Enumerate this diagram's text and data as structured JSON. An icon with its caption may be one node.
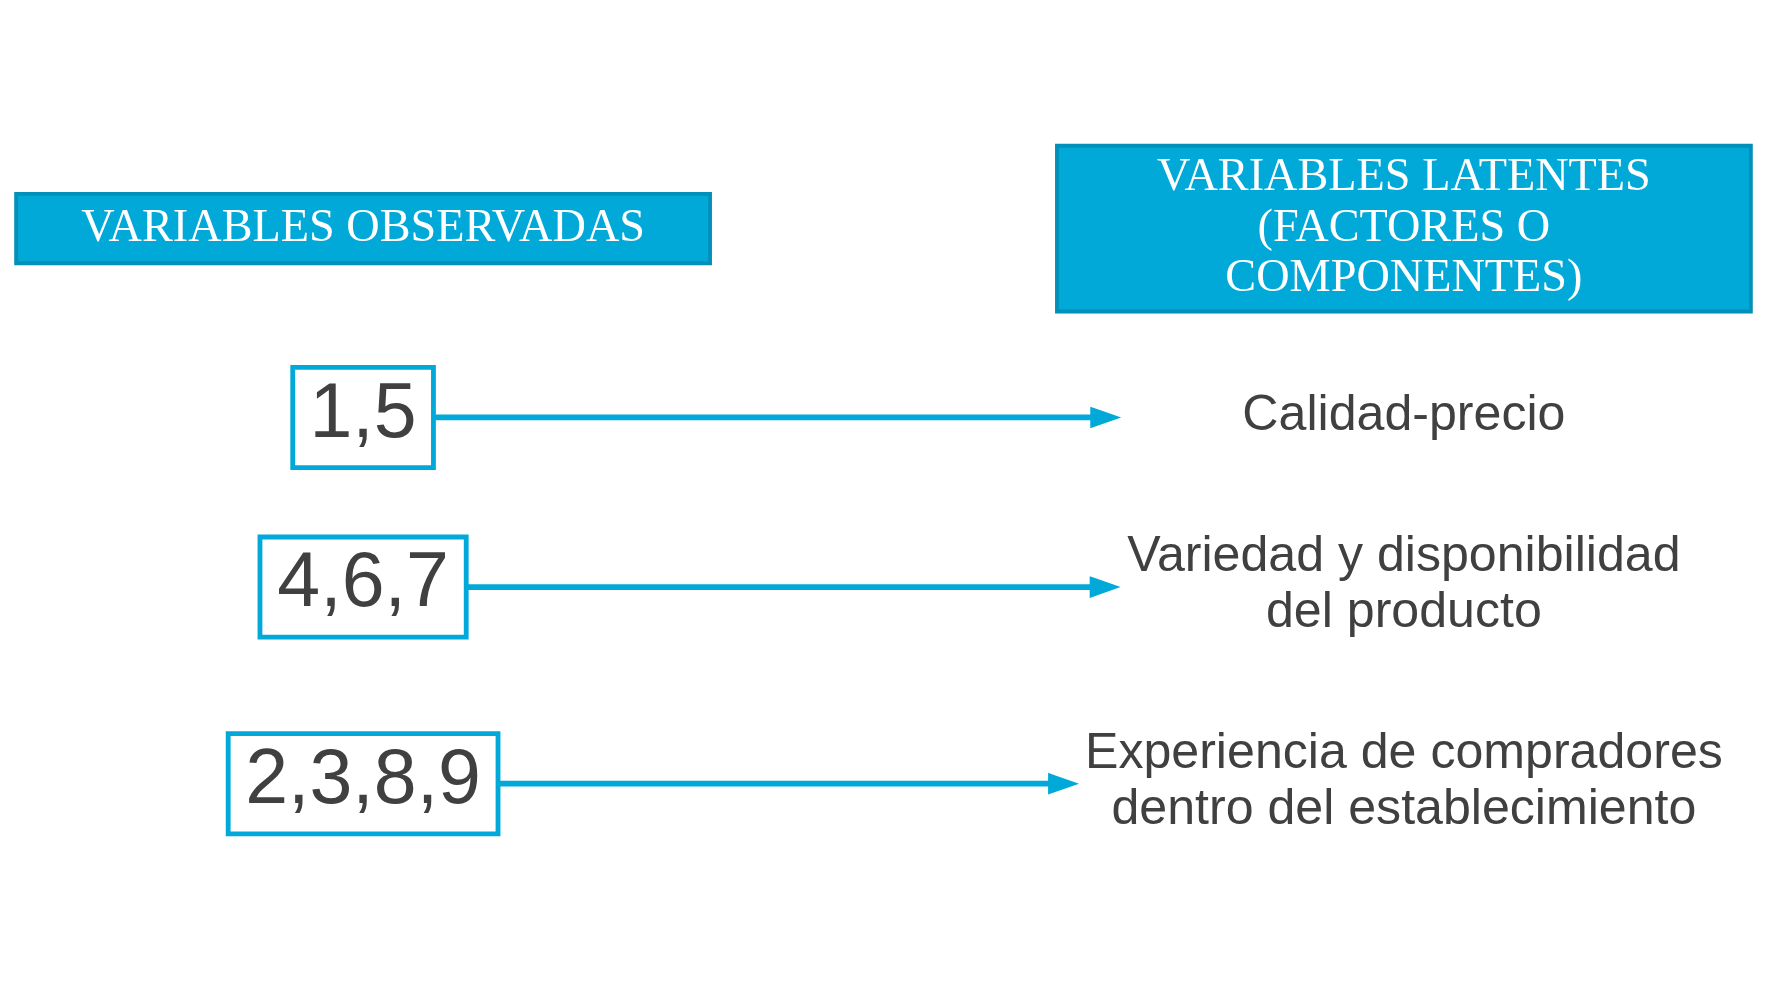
{
  "diagram": {
    "nodes": [
      {
        "text": [
          "2,3,8,9"
        ]
      },
      {
        "text": [
          "Experiencia de compradores dentro del establecimiento"
        ]
      },
      {
        "text": [
          "4,6,7"
        ]
      },
      {
        "text": [
          "Variedad y disponibilidad del producto"
        ]
      },
      {
        "text": [
          "1,5"
        ]
      },
      {
        "text": [
          "Calidad-precio"
        ]
      },
      {
        "text": [
          "VARIABLES OBSERVADAS"
        ]
      },
      {
        "text": [
          "VARIABLES LATENTES (FACTORES O COMPONENTES)"
        ]
      }
    ],
    "edges": [
      {
        "from": 0,
        "to": 1,
        "arrow": "to"
      },
      {
        "from": 2,
        "to": 3,
        "arrow": "to"
      },
      {
        "from": 4,
        "to": 5,
        "arrow": "to"
      }
    ]
  }
}
